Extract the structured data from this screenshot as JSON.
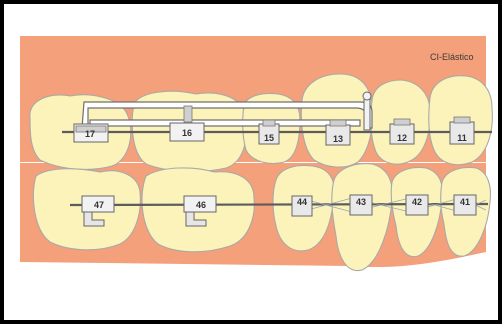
{
  "diagram": {
    "label": "CI-Elástico",
    "upper_teeth": [
      "17",
      "16",
      "15",
      "13",
      "12",
      "11"
    ],
    "lower_teeth": [
      "47",
      "46",
      "44",
      "43",
      "42",
      "41"
    ],
    "colors": {
      "border": "#000000",
      "gum": "#f4a07a",
      "tooth": "#fbf3b9",
      "wire": "#5c5c5c"
    }
  }
}
